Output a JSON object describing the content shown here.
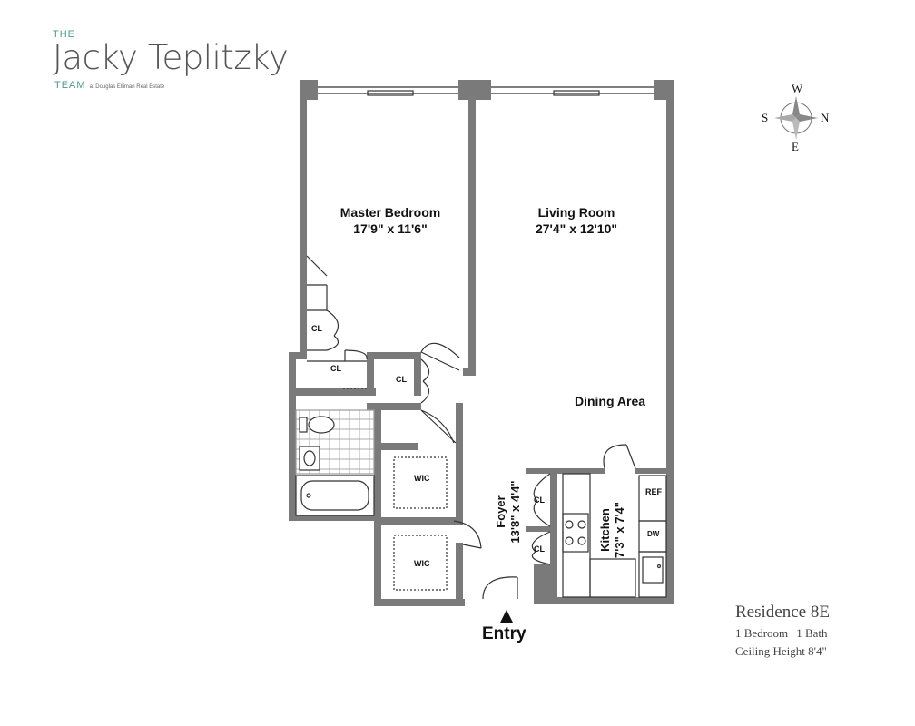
{
  "brand": {
    "the": "THE",
    "name": "Jacky Teplitzky",
    "team": "TEAM",
    "firm": "at Douglas Elliman Real Estate",
    "accent_color": "#4a9a8e"
  },
  "compass": {
    "top": "W",
    "left": "S",
    "right": "N",
    "bottom": "E"
  },
  "rooms": {
    "master_bedroom": {
      "name": "Master Bedroom",
      "size": "17'9\" x 11'6\""
    },
    "living_room": {
      "name": "Living Room",
      "size": "27'4\" x 12'10\""
    },
    "dining_area": "Dining Area",
    "foyer": {
      "name": "Foyer",
      "size": "13'8\" x 4'4\""
    },
    "kitchen": {
      "name": "Kitchen",
      "size": "7'3\" x 7'4\""
    },
    "closets": [
      "CL",
      "CL",
      "CL",
      "CL",
      "CL"
    ],
    "walk_in_closets": [
      "WIC",
      "WIC"
    ],
    "appliances": {
      "ref": "REF",
      "dw": "DW"
    }
  },
  "entry": "Entry",
  "residence": {
    "title": "Residence 8E",
    "summary": "1 Bedroom | 1 Bath",
    "ceiling": "Ceiling Height 8'4\""
  },
  "colors": {
    "wall": "#7a7a7a",
    "line": "#333333"
  }
}
